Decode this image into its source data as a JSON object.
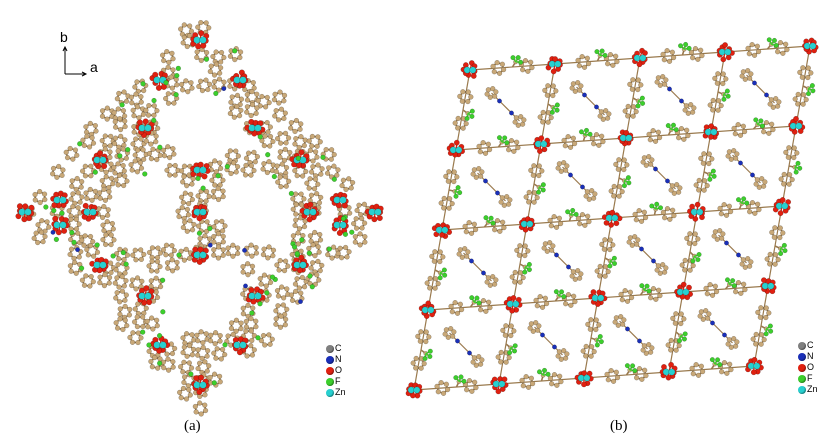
{
  "panel_a": {
    "axes": {
      "vertical": "b",
      "horizontal": "a"
    },
    "caption": "(a)"
  },
  "panel_b": {
    "caption": "(b)"
  },
  "legend": [
    {
      "symbol": "C",
      "color": "#7f7f7f"
    },
    {
      "symbol": "N",
      "color": "#1a2fb8"
    },
    {
      "symbol": "O",
      "color": "#e02010"
    },
    {
      "symbol": "F",
      "color": "#3ccf2c"
    },
    {
      "symbol": "Zn",
      "color": "#28d0d0"
    }
  ],
  "atom_colors": {
    "carbon": "#c8a878",
    "carbon_dark": "#9a7a4e",
    "oxygen": "#e02010",
    "fluorine": "#3ccf2c",
    "zinc": "#28d0d0",
    "nitrogen": "#1a2fb8"
  }
}
